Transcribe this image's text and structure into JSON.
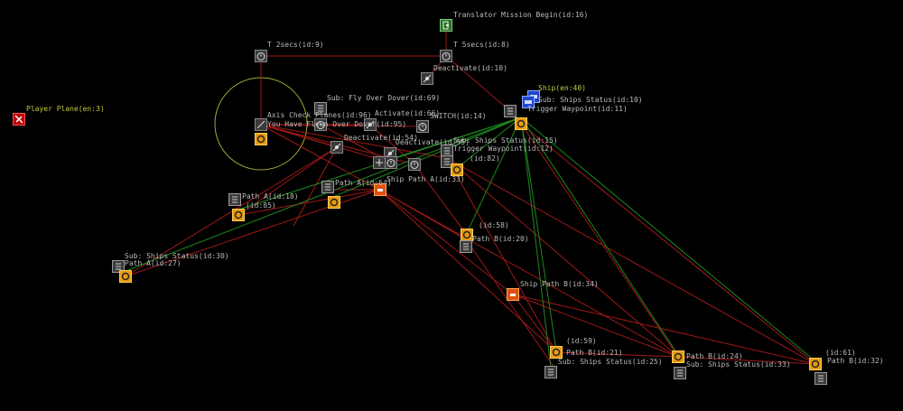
{
  "labels": {
    "translator": "Translator Mission Begin(id:16)",
    "t2": "T 2secs(id:9)",
    "t5": "T 5secs(id:8)",
    "deact10": "Deactivate(id:10)",
    "player": "Player Plane(en:3)",
    "ship40": "Ship(en:40)",
    "subships10": "Sub: Ships Status(id:10)",
    "trigwp11": "Trigger Waypoint(id:11)",
    "switch14": "SWITCH(id:14)",
    "flyover": "Sub: Fly Over Dover(id:69)",
    "axischeck": "Axis Check Planes(id:96)",
    "activate": "Activate(id:66)",
    "youhave": "You Have Flown Over Dover(id:95)",
    "deact54": "Deactivate(id:54)",
    "deact55": "Deactivate(id:55)",
    "subships15": "Sub: Ships Status(id:15)",
    "trigwp12": "Trigger Waypoint(id:12)",
    "id82": "(id:82)",
    "shippathA": "Ship Path A(id:33)",
    "pathA64": "Path A(id:64)",
    "pathA18": "Path A(id:18)",
    "id85": "(id:85)",
    "subships30": "Sub: Ships Status(id:30)",
    "pathA27": "Path A(id:27)",
    "id58": "(id:58)",
    "pathB20": "Path B(id:20)",
    "shippathB": "Ship Path B(id:34)",
    "id59": "(id:59)",
    "pathB21": "Path B(id:21)",
    "subships25": "Sub: Ships Status(id:25)",
    "pathB24": "Path B(id:24)",
    "subships33": "Sub: Ships Status(id:33)",
    "id61": "(id:61)",
    "pathB32": "Path B(id:32)"
  },
  "colors": {
    "background": "#000000",
    "link_red": "#a01818",
    "link_green": "#1e8a1e",
    "zone_circle": "#a8a830",
    "trigger_orange": "#e89a10"
  },
  "icons": {
    "timer": "stopwatch-icon",
    "start": "flag-start-icon",
    "deactivate": "deactivate-icon",
    "plane": "plane-icon",
    "ship": "ship-icon",
    "doc": "document-icon",
    "trigger": "waypoint-trigger-icon",
    "switch": "switch-icon",
    "activate": "activate-icon"
  }
}
